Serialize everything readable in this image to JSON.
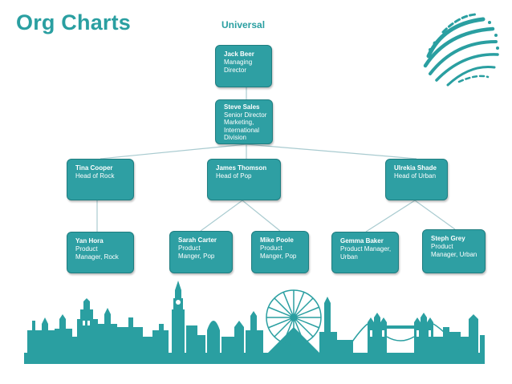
{
  "header": {
    "title": "Org Charts",
    "subtitle": "Universal"
  },
  "nodes": {
    "jack": {
      "name": "Jack Beer",
      "role": "Managing\nDirector"
    },
    "steve": {
      "name": "Steve Sales",
      "role": "Senior Director\nMarketing,\nInternational\nDivision"
    },
    "tina": {
      "name": "Tina Cooper",
      "role": "Head of Rock"
    },
    "james": {
      "name": "James Thomson",
      "role": "Head of Pop"
    },
    "ulrekia": {
      "name": "Ulrekia Shade",
      "role": "Head of Urban"
    },
    "yan": {
      "name": "Yan Hora",
      "role": "Product\nManager, Rock"
    },
    "sarah": {
      "name": "Sarah Carter",
      "role": "Product\nManger, Pop"
    },
    "mike": {
      "name": "Mike Poole",
      "role": "Product\nManger, Pop"
    },
    "gemma": {
      "name": "Gemma Baker",
      "role": "Product Manager,\nUrban"
    },
    "steph": {
      "name": "Steph Grey",
      "role": "Product\nManager, Urban"
    }
  },
  "colors": {
    "accent": "#2a9fa1",
    "node_fill": "#2e9fa3",
    "node_border": "#1f7d80",
    "connector": "#a9cbd0"
  },
  "icons": {
    "logo": "globe-swirl-logo",
    "footer": "london-skyline-illustration"
  }
}
